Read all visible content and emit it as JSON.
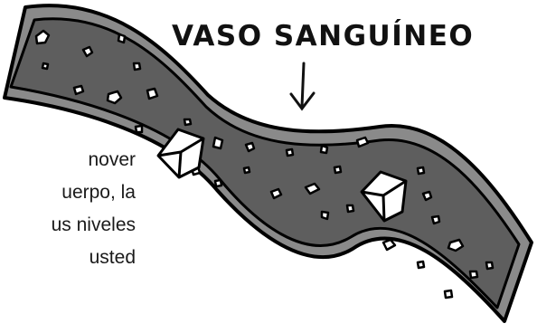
{
  "label": {
    "text": "VASO SANGUÍNEO"
  },
  "body_text": {
    "lines": [
      "nover",
      "uerpo, la",
      "us niveles",
      "usted"
    ]
  },
  "icons": {
    "label_arrow": "arrow-down-icon",
    "vessel": "blood-vessel-illustration",
    "cells": "blood-cell-icon",
    "glucose": "glucose-cube-icon"
  },
  "colors": {
    "vessel_outline": "#000000",
    "vessel_wall": "#8a8a8a",
    "vessel_lumen": "#5e5e5e",
    "cells": "#ffffff",
    "text": "#1a1a1a"
  }
}
